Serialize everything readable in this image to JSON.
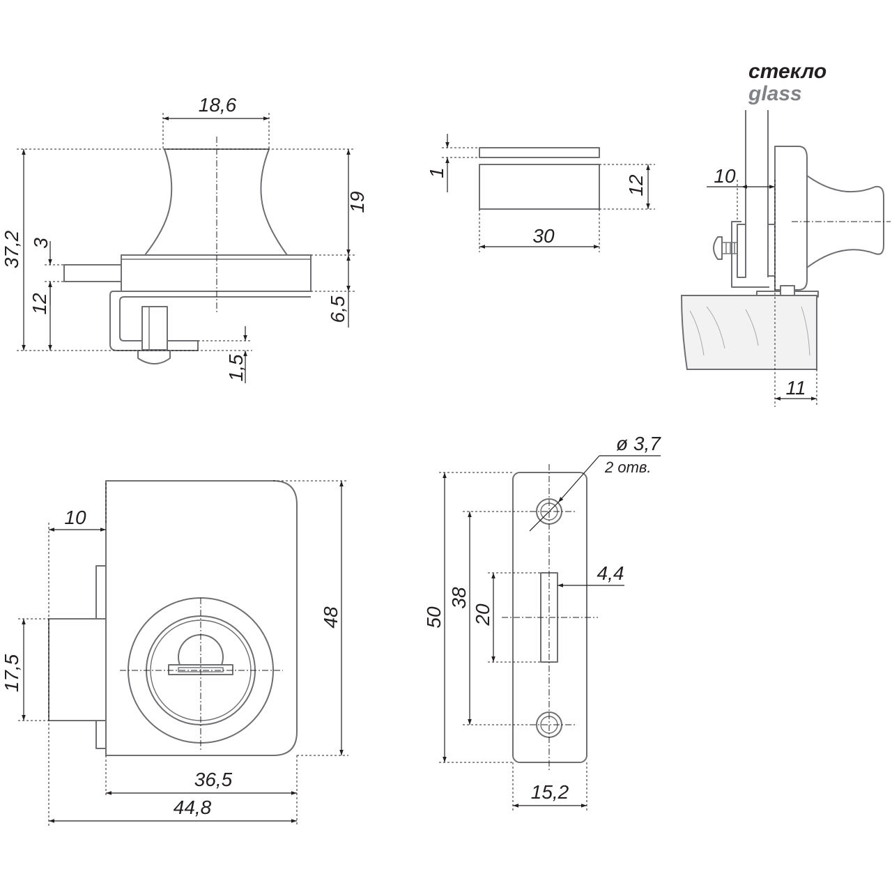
{
  "labels": {
    "glass_ru": "стекло",
    "glass_en": "glass",
    "holes_note": "2 отв."
  },
  "colors": {
    "outline": "#6d6e71",
    "dimension_line": "#231f20",
    "label_primary": "#231f20",
    "label_secondary": "#808285"
  },
  "dimensions": {
    "side_top_width": "18,6",
    "side_total_height": "37,2",
    "side_knob_height": "19",
    "side_bolt_thickness": "3",
    "side_lower_height": "12",
    "side_body_height": "6,5",
    "side_plate_thickness": "1,5",
    "strike_thickness": "1",
    "strike_height": "12",
    "strike_length": "30",
    "mount_glass_offset": "10",
    "mount_edge_offset": "11",
    "front_bolt_offset": "10",
    "front_bolt_height": "17,5",
    "front_height": "48",
    "front_body_width": "36,5",
    "front_total_width": "44,8",
    "plate_height": "50",
    "plate_hole_spacing": "38",
    "plate_slot_height": "20",
    "plate_slot_width": "4,4",
    "plate_width": "15,2",
    "hole_diameter": "ø 3,7"
  }
}
